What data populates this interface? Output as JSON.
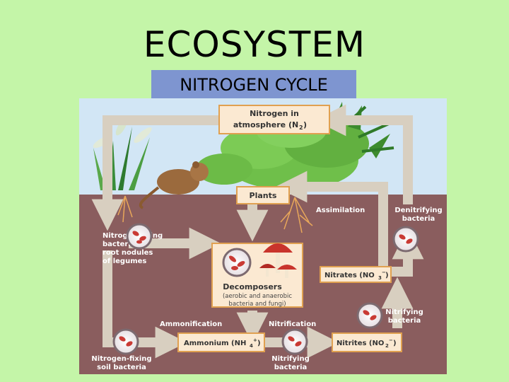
{
  "title": "ECOSYSTEM",
  "subtitle": "NITROGEN CYCLE",
  "diagram": {
    "atmosphere_line1": "Nitrogen in",
    "atmosphere_line2": "atmosphere (N",
    "atmosphere_sub": "2",
    "atmosphere_close": ")",
    "plants": "Plants",
    "assimilation": "Assimilation",
    "denitrifying_1": "Denitrifying",
    "denitrifying_2": "bacteria",
    "nfix_nodules_1": "Nitrogen-fixing",
    "nfix_nodules_2": "bacteria in",
    "nfix_nodules_3": "root nodules",
    "nfix_nodules_4": "of legumes",
    "decomposers": "Decomposers",
    "decomposers_sub1": "(aerobic and anaerobic",
    "decomposers_sub2": "bacteria and fungi)",
    "nitrates": "Nitrates (NO",
    "nitrates_sub": "3",
    "nitrates_sup": "−",
    "nitrates_close": ")",
    "nitrifying_right_1": "Nitrifying",
    "nitrifying_right_2": "bacteria",
    "ammonification": "Ammonification",
    "nitrification": "Nitrification",
    "ammonium": "Ammonium (NH",
    "ammonium_sub": "4",
    "ammonium_sup": "+",
    "ammonium_close": ")",
    "nitrites": "Nitrites (NO",
    "nitrites_sub": "2",
    "nitrites_sup": "−",
    "nitrites_close": ")",
    "nfix_soil_1": "Nitrogen-fixing",
    "nfix_soil_2": "soil bacteria",
    "nitrifying_bottom_1": "Nitrifying",
    "nitrifying_bottom_2": "bacteria"
  },
  "colors": {
    "background": "#c4f5a8",
    "subtitle_bg": "#7e95d0",
    "sky": "#d2e6f5",
    "soil": "#8a5d5e",
    "arrow": "#d8cfc0",
    "box_fill": "#fbe9d2",
    "box_stroke": "#e0a050"
  }
}
